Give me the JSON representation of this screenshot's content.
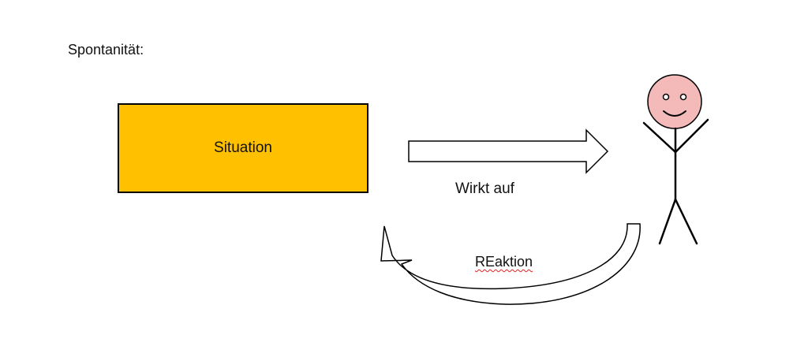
{
  "title": "Spontanität:",
  "situation": {
    "label": "Situation",
    "fill_color": "#FFC000"
  },
  "arrows": {
    "effect_label": "Wirkt auf",
    "reaction_label": "REaktion"
  },
  "person": {
    "face_color": "#F4B9B9",
    "icon": "stick-figure-icon"
  }
}
